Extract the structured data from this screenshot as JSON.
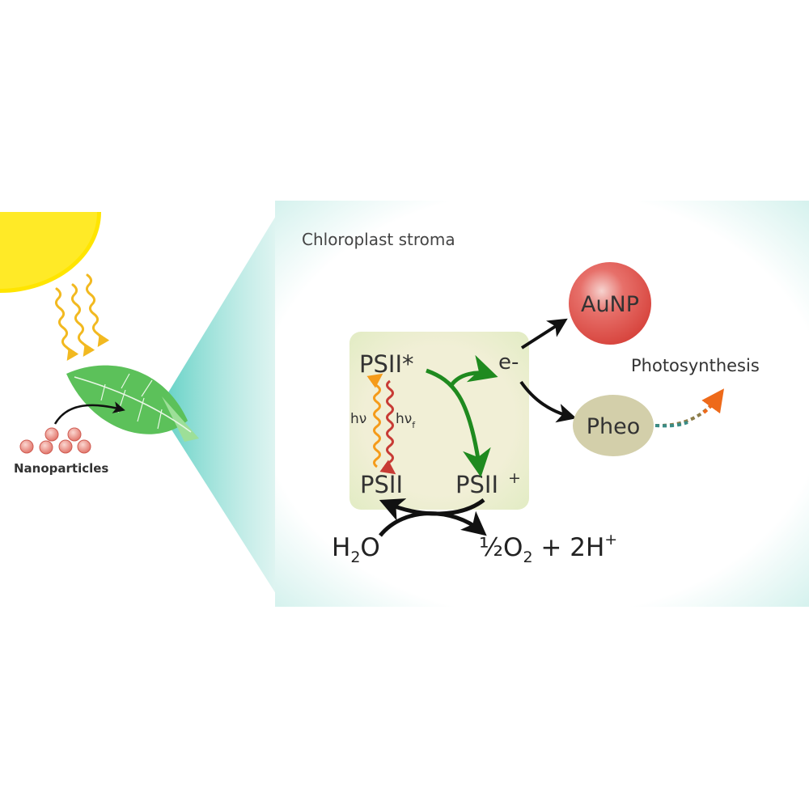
{
  "labels": {
    "nanoparticles": "Nanoparticles",
    "stroma": "Chloroplast stroma",
    "psii_excited": "PSII*",
    "psii_ground": "PSII",
    "psii_plus": "PSII",
    "psii_plus_sup": "+",
    "hv": "hν",
    "hv_f": "hν",
    "hv_f_sub": "f",
    "electron": "e-",
    "aunp": "AuNP",
    "pheo": "Pheo",
    "photosynthesis": "Photosynthesis",
    "water_h": "H",
    "water_sub": "2",
    "water_o": "O",
    "products_half": "½O",
    "products_sub": "2",
    "products_rest": " + 2H",
    "products_sup": "+"
  },
  "colors": {
    "sun": "#ffe500",
    "rays": "#f2b920",
    "leaf": "#5cc15a",
    "nanoparticle": "#e8857a",
    "zoom_panel": "#bfe9e3",
    "psii_box": "#efedd0",
    "green_arrow": "#1f8a1f",
    "absorption_wave": "#f59b1a",
    "fluorescence_wave": "#c83b35",
    "aunp": "#de4a43",
    "pheo": "#d3cfaa",
    "text": "#333333"
  }
}
